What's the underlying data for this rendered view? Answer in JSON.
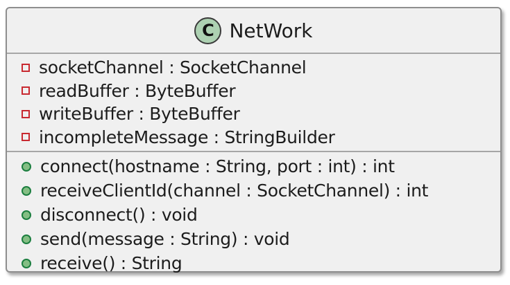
{
  "uml": {
    "stereotype_letter": "C",
    "name": "NetWork",
    "fields": [
      "socketChannel : SocketChannel",
      "readBuffer : ByteBuffer",
      "writeBuffer : ByteBuffer",
      "incompleteMessage : StringBuilder"
    ],
    "methods": [
      "connect(hostname : String, port : int) : int",
      "receiveClientId(channel : SocketChannel) : int",
      "disconnect() : void",
      "send(message : String) : void",
      "receive() : String"
    ]
  },
  "colors": {
    "class-bg": "#F0F0F0",
    "class-border": "#8E8E8E",
    "divider": "#A6A6A6",
    "stereotype-fill": "#ADD1B2",
    "stereotype-border": "#3A3A3A",
    "field-icon": "#C82930",
    "method-icon-fill": "#84BE84",
    "method-icon-border": "#1B7E3F",
    "text": "#1C1C1C"
  }
}
